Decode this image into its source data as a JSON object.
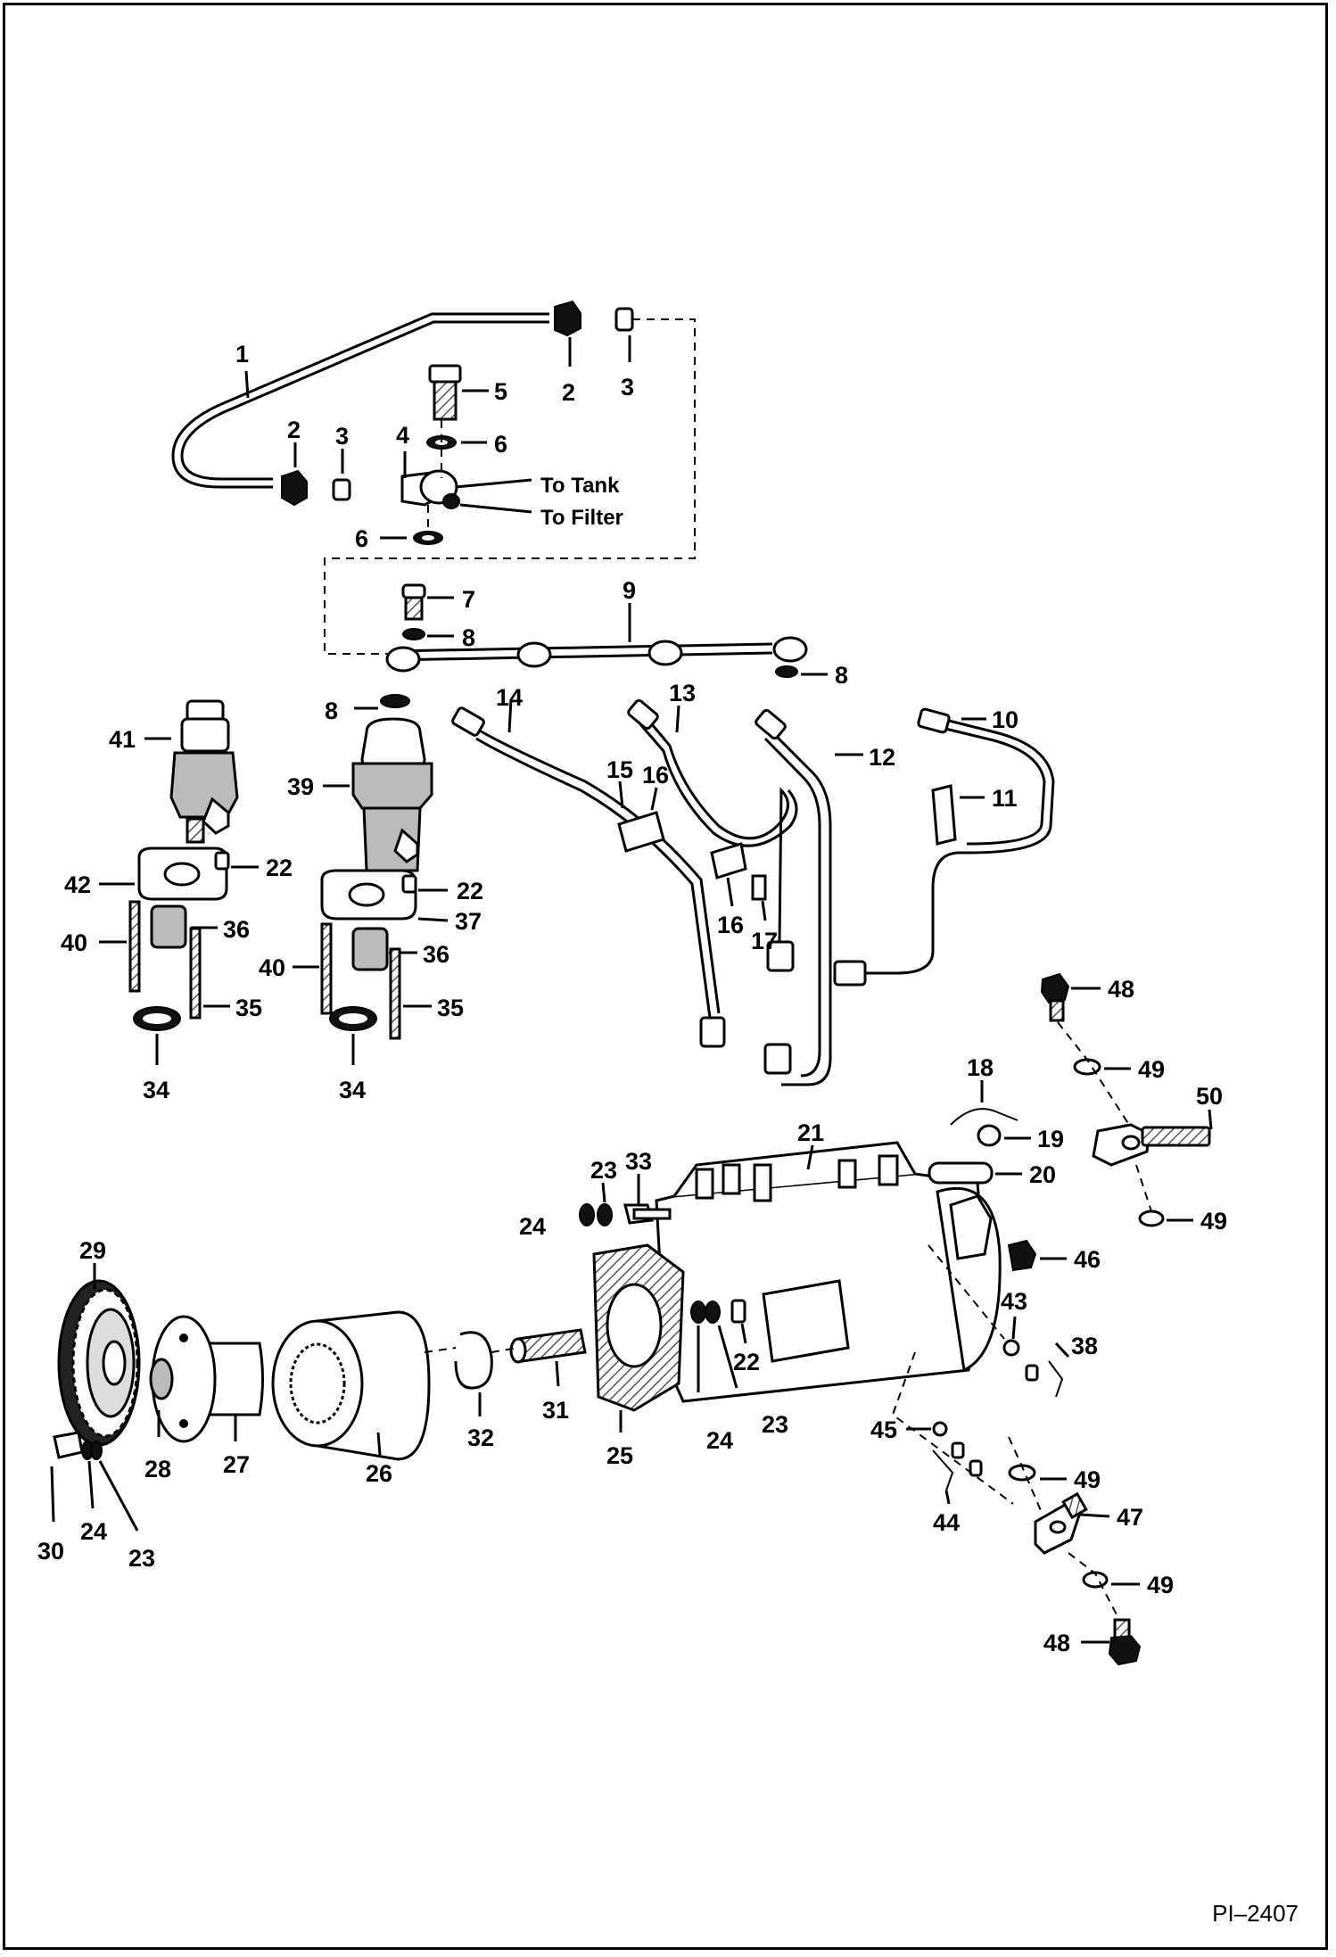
{
  "diagram": {
    "callouts": [
      "1",
      "2",
      "3",
      "4",
      "5",
      "6",
      "7",
      "8",
      "9",
      "10",
      "11",
      "12",
      "13",
      "14",
      "15",
      "16",
      "17",
      "18",
      "19",
      "20",
      "21",
      "22",
      "23",
      "24",
      "25",
      "26",
      "27",
      "28",
      "29",
      "30",
      "31",
      "32",
      "33",
      "34",
      "35",
      "36",
      "37",
      "38",
      "39",
      "40",
      "41",
      "42",
      "43",
      "44",
      "45",
      "46",
      "47",
      "48",
      "49",
      "50"
    ],
    "annotations": {
      "to_tank": "To Tank",
      "to_filter": "To Filter"
    },
    "figure_code": "PI–2407"
  }
}
